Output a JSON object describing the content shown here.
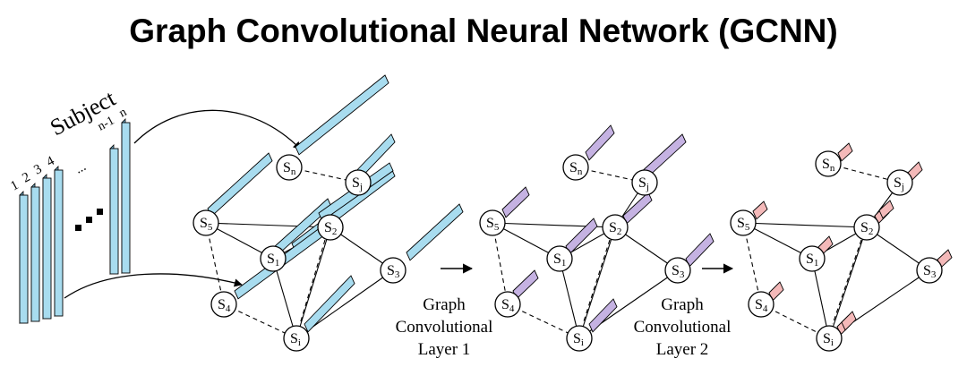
{
  "title": "Graph Convolutional Neural Network (GCNN)",
  "subject_label": "Subject",
  "subject_indices": [
    "1",
    "2",
    "3",
    "4"
  ],
  "subject_ellipsis": "...",
  "subject_last_indices": [
    "n-1",
    "n"
  ],
  "node_letter": "S",
  "node_subscripts": {
    "n": "n",
    "j": "j",
    "5": "5",
    "2": "2",
    "1": "1",
    "3": "3",
    "4": "4",
    "i": "i"
  },
  "layer1_label": [
    "Graph",
    "Convolutional",
    "Layer 1"
  ],
  "layer2_label": [
    "Graph",
    "Convolutional",
    "Layer 2"
  ],
  "colors": {
    "input_feature": "#a8dcef",
    "layer1_feature": "#c5b2e2",
    "layer2_feature": "#f4b9b9",
    "edge": "#000000"
  }
}
